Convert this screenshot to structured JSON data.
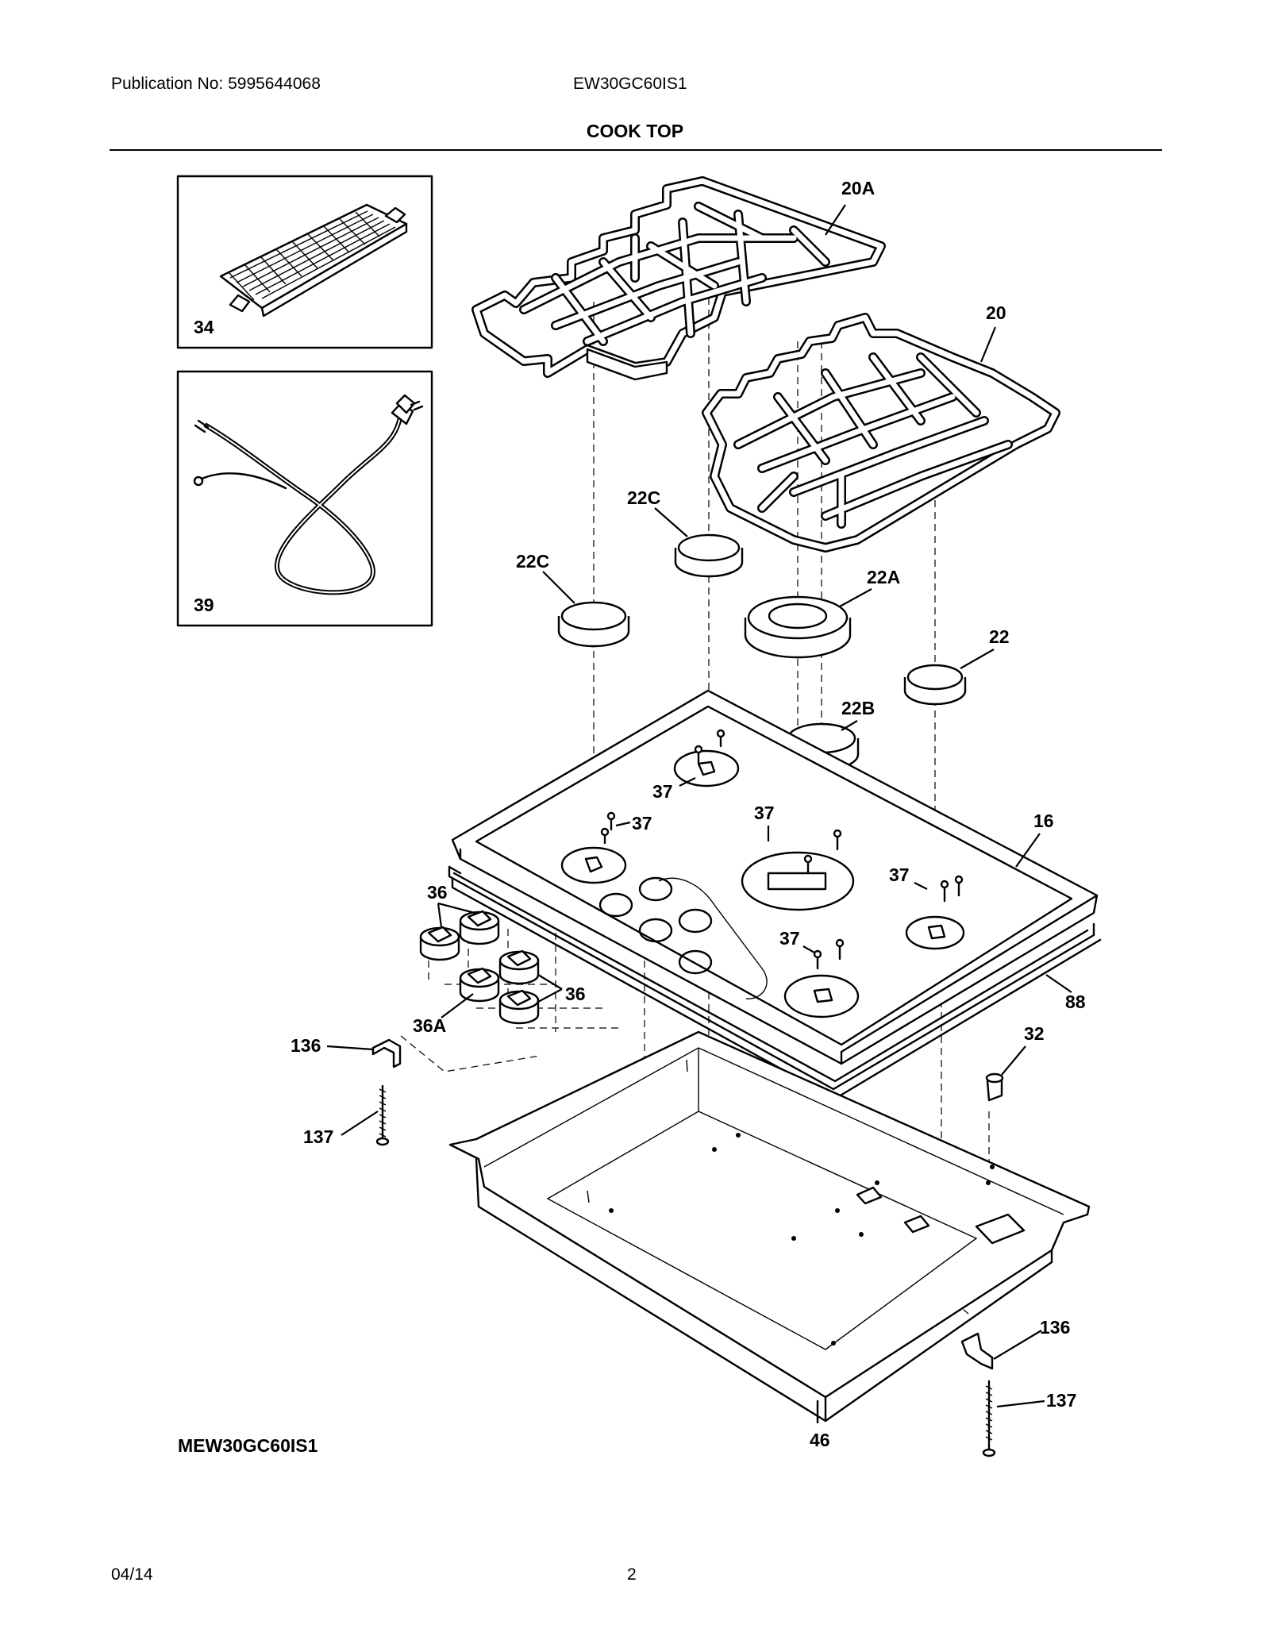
{
  "header": {
    "publication": "Publication No:  5995644068",
    "model": "EW30GC60IS1",
    "section_title": "COOK TOP"
  },
  "footer": {
    "variant_model": "MEW30GC60IS1",
    "date": "04/14",
    "page_number": "2"
  },
  "part_labels": {
    "grate_left": "20A",
    "grate_right": "20",
    "griddle": "34",
    "power_cord": "39",
    "cap_small_rear": "22C",
    "cap_small_left": "22C",
    "cap_large": "22A",
    "cap_right": "22",
    "cap_medium": "22B",
    "screw_a": "37",
    "screw_b": "37",
    "screw_c": "37",
    "screw_d": "37",
    "screw_e": "37",
    "cooktop": "16",
    "gasket": "88",
    "knob_a": "36",
    "knob_b": "36",
    "knob_c": "36A",
    "bracket_left": "136",
    "bolt_left": "137",
    "bracket_right": "136",
    "bolt_right": "137",
    "regulator": "32",
    "burner_box": "46"
  }
}
